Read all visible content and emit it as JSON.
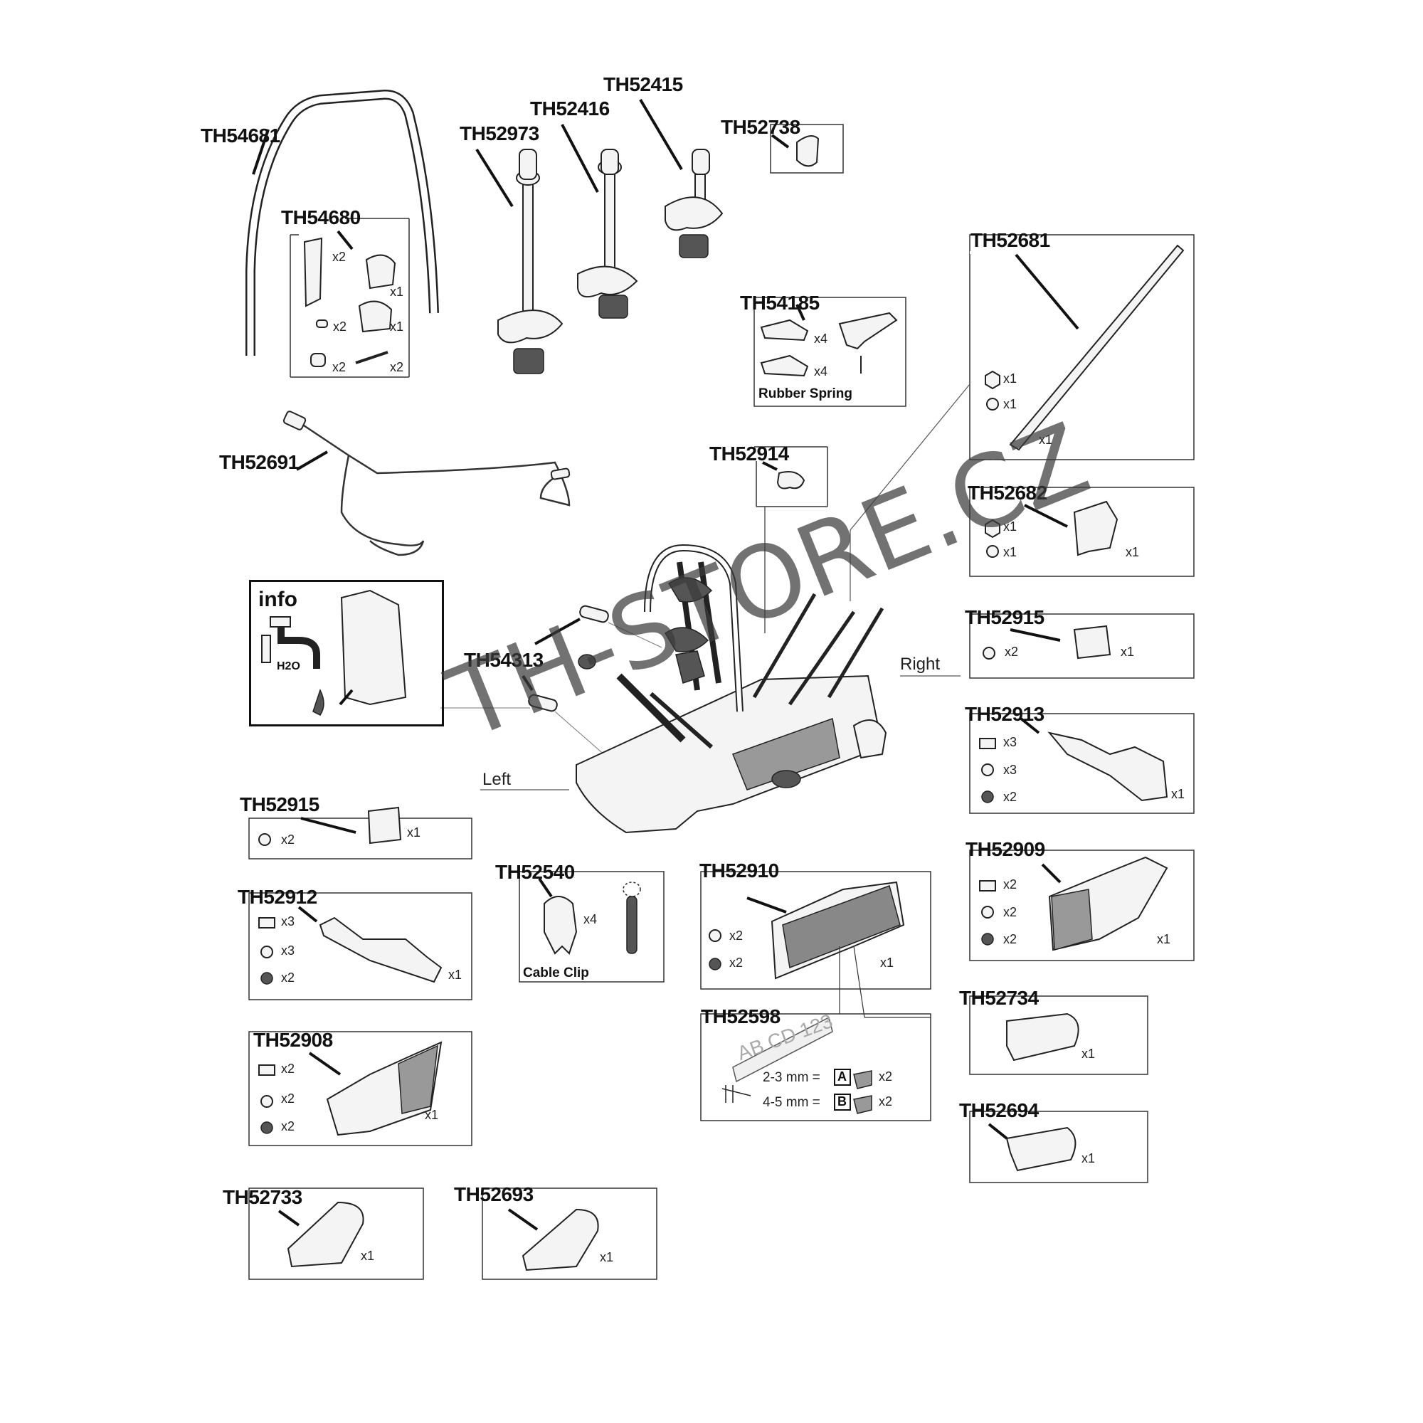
{
  "parts": {
    "th54681": "TH54681",
    "th54680": "TH54680",
    "th52973": "TH52973",
    "th52416": "TH52416",
    "th52415": "TH52415",
    "th52738": "TH52738",
    "th52681": "TH52681",
    "th54185": "TH54185",
    "th52691": "TH52691",
    "th52914": "TH52914",
    "th52682": "TH52682",
    "th54313": "TH54313",
    "th52915_right": "TH52915",
    "th52913": "TH52913",
    "th52915_left": "TH52915",
    "th52540": "TH52540",
    "th52910": "TH52910",
    "th52909": "TH52909",
    "th52912": "TH52912",
    "th52598": "TH52598",
    "th52734": "TH52734",
    "th52908": "TH52908",
    "th52694": "TH52694",
    "th52733": "TH52733",
    "th52693": "TH52693"
  },
  "quantities": {
    "x1": "x1",
    "x2": "x2",
    "x3": "x3",
    "x4": "x4"
  },
  "labels": {
    "rubber_spring": "Rubber Spring",
    "cable_clip": "Cable Clip",
    "info": "info",
    "h2o": "H2O",
    "left": "Left",
    "right": "Right",
    "plate_text": "AB CD 123",
    "thickness_a": "2-3 mm =",
    "thickness_b": "4-5 mm =",
    "letter_a": "A",
    "letter_b": "B"
  },
  "watermark": "TH-STORE.CZ"
}
